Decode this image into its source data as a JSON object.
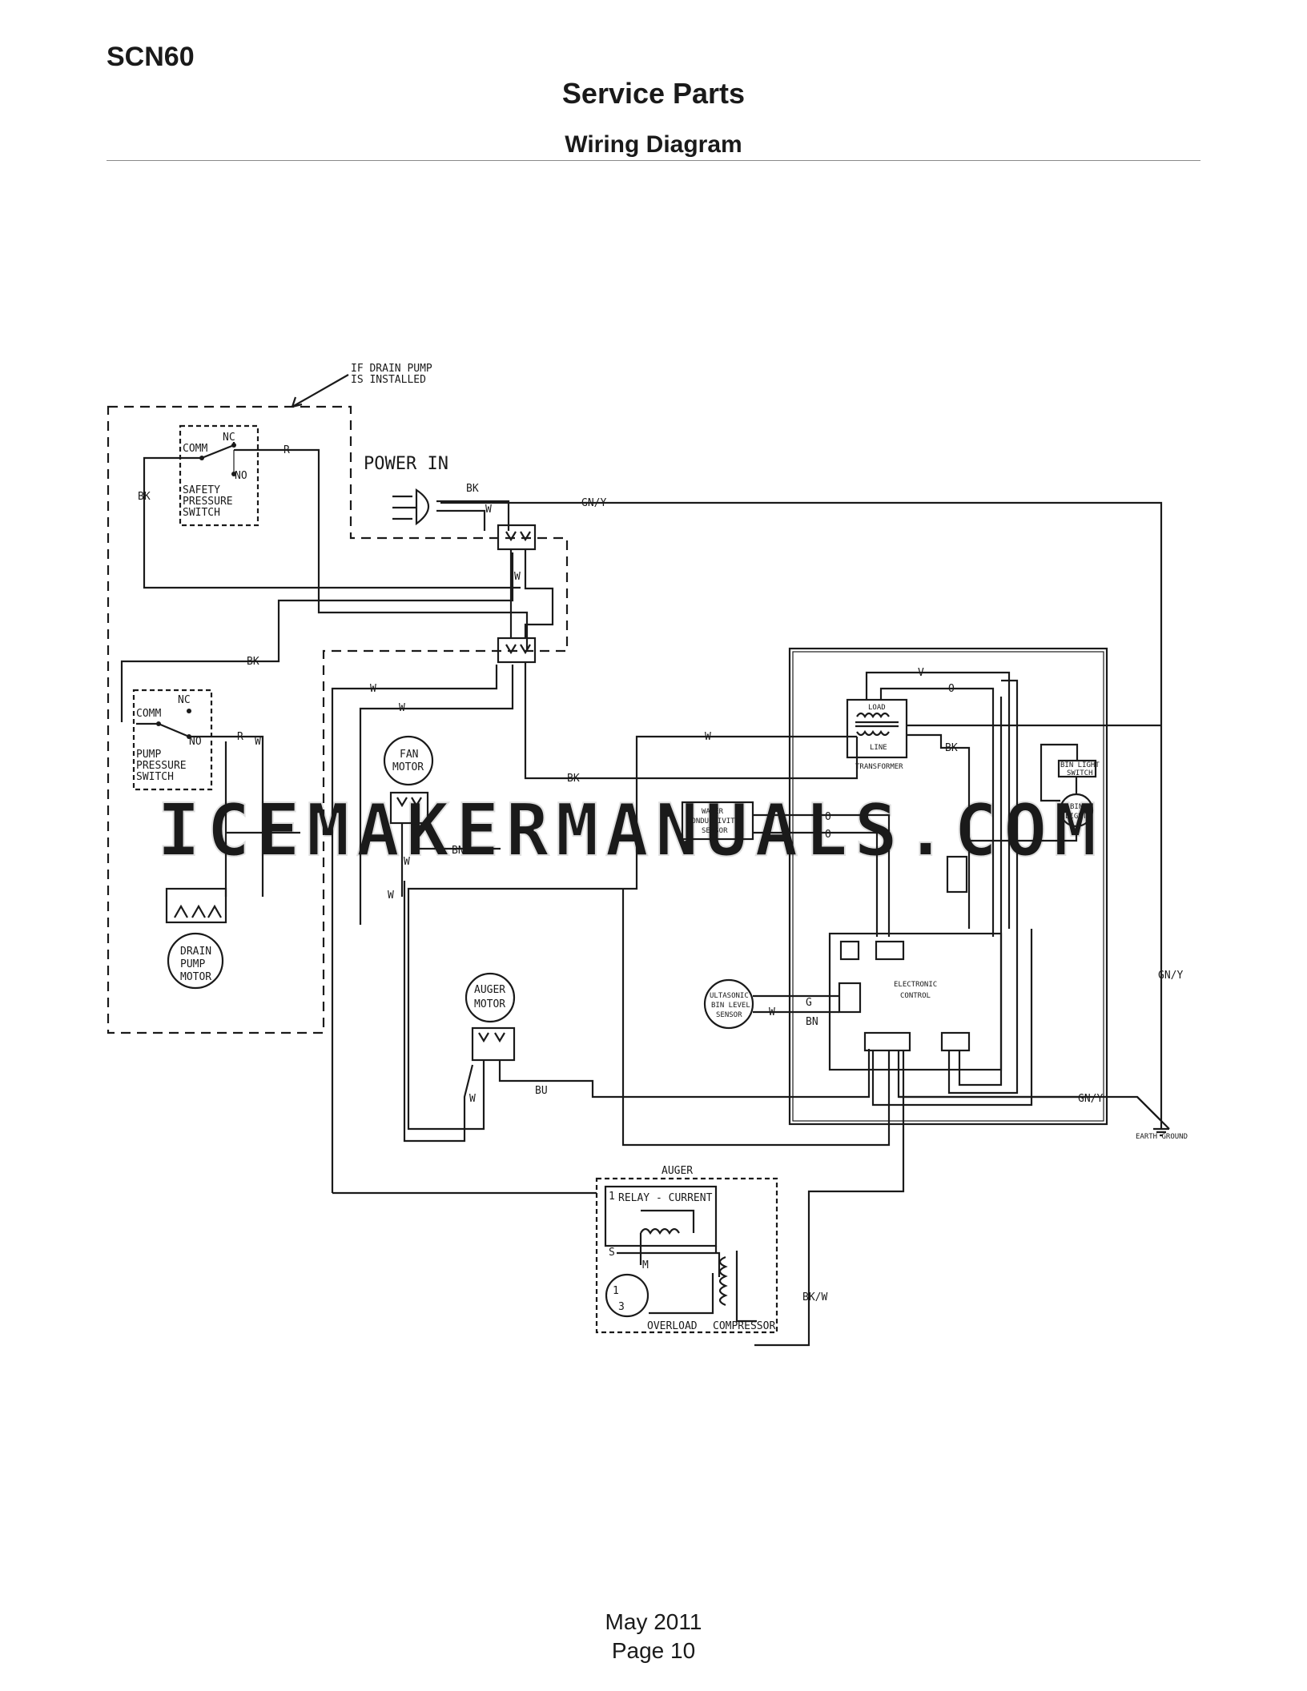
{
  "header": {
    "model": "SCN60",
    "title": "Service Parts",
    "subtitle": "Wiring Diagram"
  },
  "footer": {
    "date": "May 2011",
    "page": "Page 10"
  },
  "watermark": "ICEMAKERMANUALS.COM",
  "diagram": {
    "drain_pump_note_1": "IF DRAIN PUMP",
    "drain_pump_note_2": "IS INSTALLED",
    "power_in": "POWER IN",
    "safety_switch": {
      "comm": "COMM",
      "nc": "NC",
      "no": "NO",
      "line1": "SAFETY",
      "line2": "PRESSURE",
      "line3": "SWITCH"
    },
    "pump_switch": {
      "comm": "COMM",
      "nc": "NC",
      "no": "NO",
      "line1": "PUMP",
      "line2": "PRESSURE",
      "line3": "SWITCH"
    },
    "fan_motor": {
      "line1": "FAN",
      "line2": "MOTOR"
    },
    "drain_pump_motor": {
      "line1": "DRAIN",
      "line2": "PUMP",
      "line3": "MOTOR"
    },
    "auger_motor": {
      "line1": "AUGER",
      "line2": "MOTOR"
    },
    "water_sensor": {
      "line1": "WATER",
      "line2": "CONDUCTIVITY",
      "line3": "SENSOR"
    },
    "ultrasonic": {
      "line1": "ULTASONIC",
      "line2": "BIN LEVEL",
      "line3": "SENSOR"
    },
    "transformer": {
      "load": "LOAD",
      "line": "LINE",
      "name": "TRANSFORMER"
    },
    "bin_light_switch": {
      "line1": "BIN LIGHT",
      "line2": "SWITCH"
    },
    "bin_light": {
      "line1": "BIN",
      "line2": "LIGHT"
    },
    "electronic_control": {
      "line1": "ELECTRONIC",
      "line2": "CONTROL"
    },
    "auger_block": {
      "title": "AUGER",
      "relay": "RELAY - CURRENT",
      "overload": "OVERLOAD",
      "compressor": "COMPRESSOR",
      "t1": "1",
      "t_s": "S",
      "t_m": "M",
      "o1": "1",
      "o3": "3"
    },
    "earth_ground": "EARTH GROUND",
    "wires": {
      "bk": "BK",
      "w": "W",
      "r": "R",
      "gny": "GN/Y",
      "v": "V",
      "o": "O",
      "bn": "BN",
      "bu": "BU",
      "g": "G",
      "bkw": "BK/W"
    }
  }
}
